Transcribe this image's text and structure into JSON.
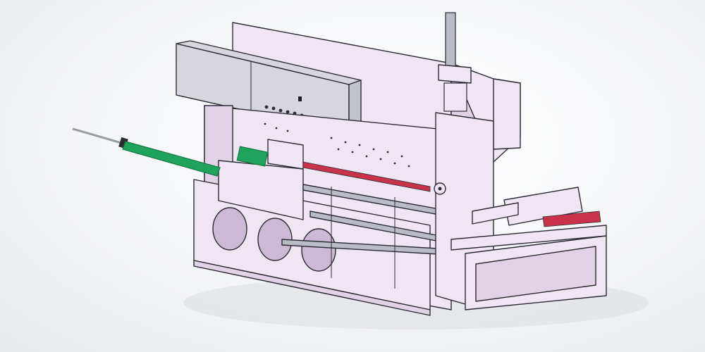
{
  "scene": {
    "subject": "industrial-machine-cad-render",
    "display_readout": "",
    "colors": {
      "background": "#f2f3f5",
      "frame": "#f0e6f3",
      "frame_shade": "#e2d2e8",
      "frame_dark": "#cdb8d6",
      "control_box": "#d6d6dc",
      "control_box_side": "#c2c2ca",
      "rod_green": "#1fa35c",
      "rod_green_dark": "#147a43",
      "accent_red": "#c8334a",
      "steel": "#b9bcc4",
      "display": "#1b1f2a"
    },
    "icons": [
      "control-panel-display",
      "control-buttons",
      "guide-column",
      "green-actuator-rod",
      "lamp-slots"
    ]
  }
}
